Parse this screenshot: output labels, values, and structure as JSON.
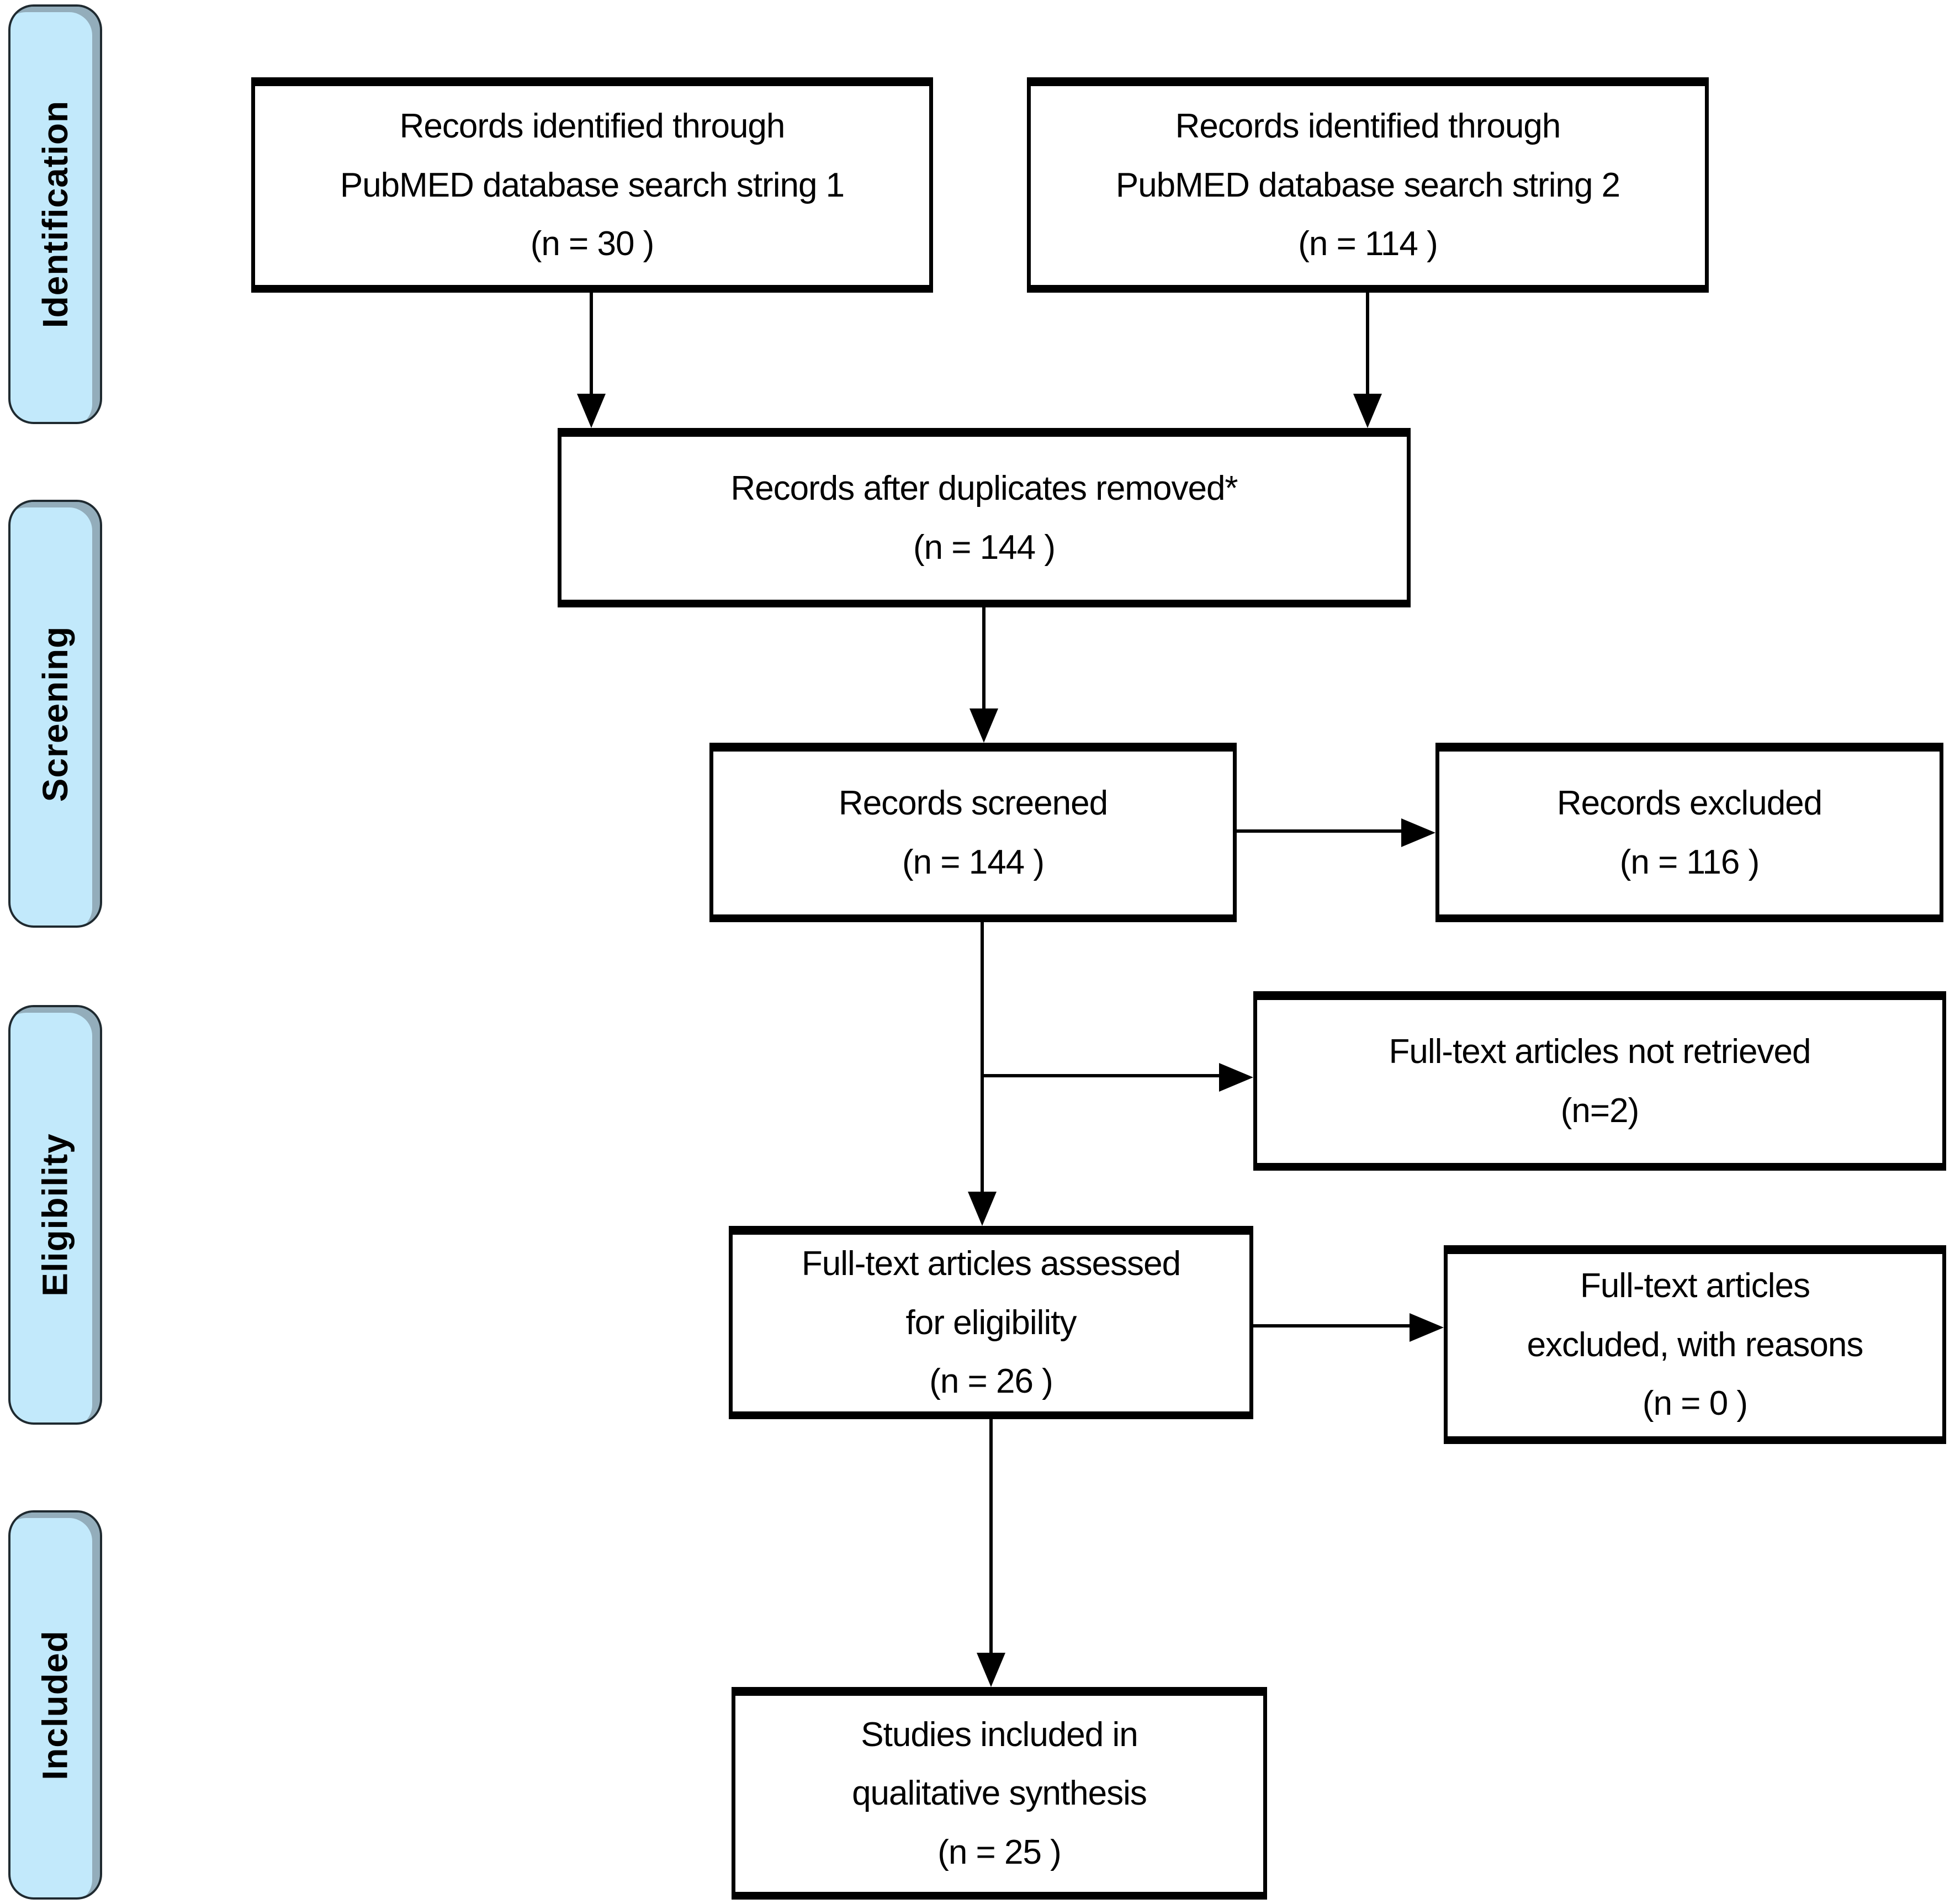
{
  "figure": {
    "title": "PRISMA flow diagram",
    "background": "#ffffff"
  },
  "colors": {
    "stage_fill": "#c2e9fb",
    "stage_shadow": "#93adbb",
    "stage_border": "#1f2a30",
    "box_border": "#000000",
    "box_fill": "#ffffff",
    "text": "#000000"
  },
  "stages": [
    {
      "label": "Identification"
    },
    {
      "label": "Screening"
    },
    {
      "label": "Eligibility"
    },
    {
      "label": "Included"
    }
  ],
  "boxes": [
    {
      "lines": [
        "Records identified through",
        "PubMED database search string 1",
        "(n =  30 )"
      ]
    },
    {
      "lines": [
        "Records identified through",
        "PubMED database search string 2",
        "(n =  114 )"
      ]
    },
    {
      "lines": [
        "Records after duplicates removed*",
        "(n =  144 )"
      ]
    },
    {
      "lines": [
        "Records screened",
        "(n = 144  )"
      ]
    },
    {
      "lines": [
        "Records excluded",
        "(n = 116 )"
      ]
    },
    {
      "lines": [
        "Full-text articles not retrieved",
        "(n=2)"
      ]
    },
    {
      "lines": [
        "Full-text articles assessed",
        "for eligibility",
        "(n = 26  )"
      ]
    },
    {
      "lines": [
        "Full-text articles",
        "excluded, with reasons",
        "(n = 0 )"
      ]
    },
    {
      "lines": [
        "Studies included in",
        "qualitative synthesis",
        "(n =  25 )"
      ]
    }
  ]
}
